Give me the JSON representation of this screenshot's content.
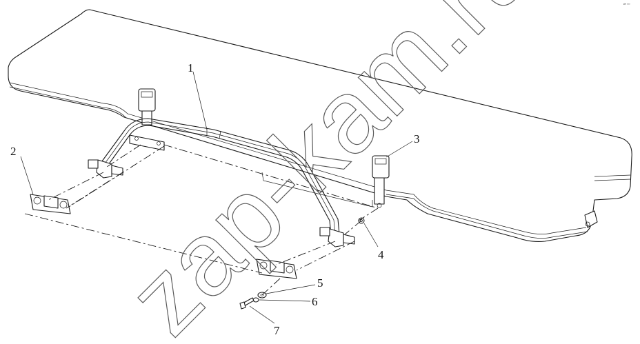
{
  "callouts": {
    "c1": "1",
    "c2": "2",
    "c3": "3",
    "c4": "4",
    "c5": "5",
    "c6": "6",
    "c7": "7"
  },
  "watermark": "zap-kam.ru",
  "corner_mark": "ᵍᵐ ᵒᵒᵒ"
}
